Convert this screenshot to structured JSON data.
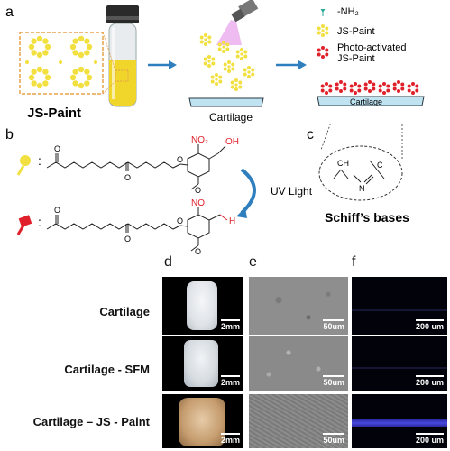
{
  "panels": {
    "a": "a",
    "b": "b",
    "c": "c",
    "d": "d",
    "e": "e",
    "f": "f"
  },
  "panel_a": {
    "material": "JS-Paint",
    "legend_nh2": "-NH₂",
    "legend_jspaint": "JS-Paint",
    "legend_activated_line1": "Photo-activated",
    "legend_activated_line2": "JS-Paint",
    "cartilage_label": "Cartilage"
  },
  "panel_b": {
    "nitro_top": "NO₂",
    "hydroxyl": "OH",
    "nitroso": "NO",
    "hydrogen": "H",
    "methoxy_o": "O",
    "uv_label": "UV Light",
    "colon": ":"
  },
  "panel_c": {
    "ch": "CH",
    "c": "C",
    "n": "N",
    "title": "Schiff’s bases"
  },
  "rows": [
    {
      "label": "Cartilage",
      "scale_d": "2mm",
      "scale_e": "50um",
      "scale_f": "200 um"
    },
    {
      "label": "Cartilage - SFM",
      "scale_d": "2mm",
      "scale_e": "50um",
      "scale_f": "200 um"
    },
    {
      "label": "Cartilage – JS - Paint",
      "scale_d": "2mm",
      "scale_e": "50um",
      "scale_f": "200 um"
    }
  ],
  "colors": {
    "yellow": "#f2e040",
    "red": "#e0202a",
    "teal": "#2aa89a",
    "arrow_blue": "#2f7fbf",
    "cartilage_fill": "#bfe3f0",
    "uv_purple": "#d96ae0"
  }
}
